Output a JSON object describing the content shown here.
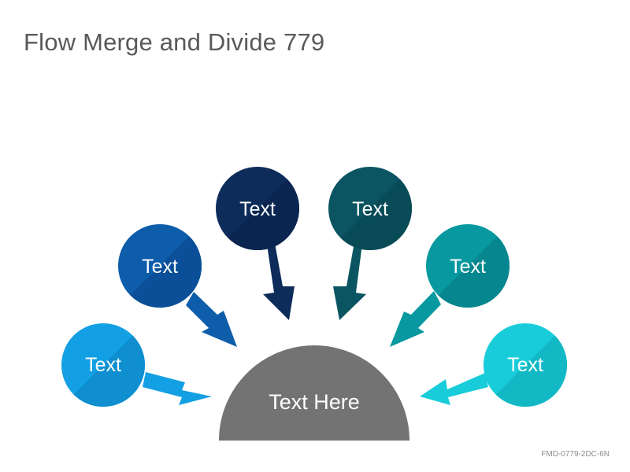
{
  "title": "Flow Merge and Divide 779",
  "code": "FMD-0779-2DC-6N",
  "center": {
    "label": "Text Here",
    "color": "#737373"
  },
  "nodes": [
    {
      "label": "Text",
      "color": "#129fe3",
      "shade": "#0f8fd0"
    },
    {
      "label": "Text",
      "color": "#0d5dab",
      "shade": "#0a4f97"
    },
    {
      "label": "Text",
      "color": "#0d2c5a",
      "shade": "#0a2550"
    },
    {
      "label": "Text",
      "color": "#0a5561",
      "shade": "#084b56"
    },
    {
      "label": "Text",
      "color": "#0899a0",
      "shade": "#06878f"
    },
    {
      "label": "Text",
      "color": "#18cdd9",
      "shade": "#12b9c5"
    }
  ]
}
